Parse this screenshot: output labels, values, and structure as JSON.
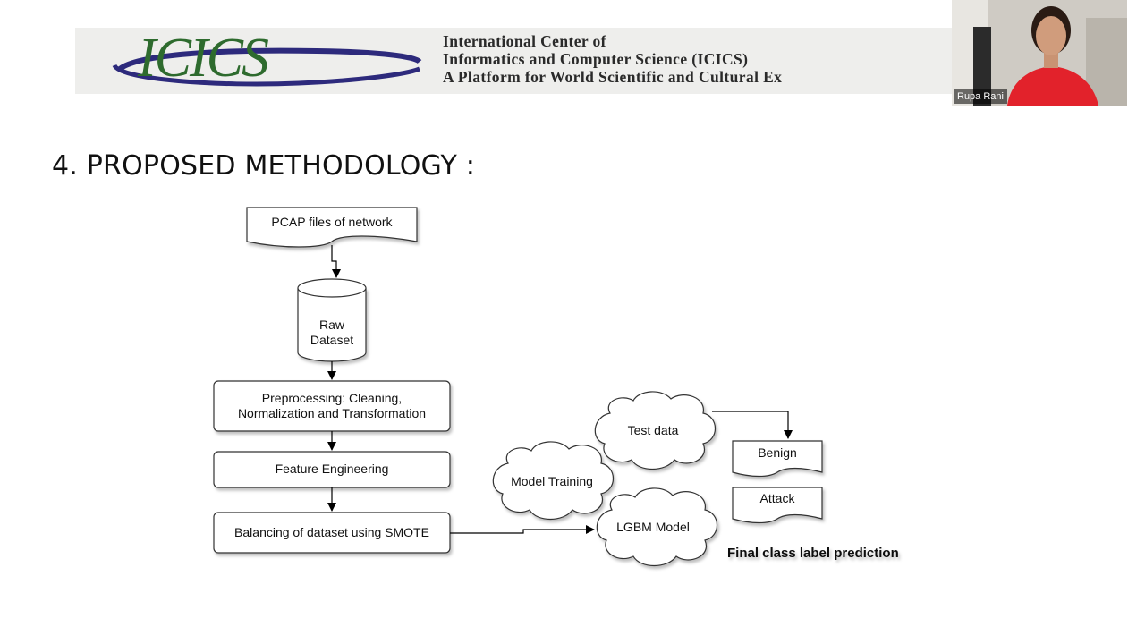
{
  "banner": {
    "logo_text": "ICICS",
    "lines": [
      "International Center of",
      "Informatics and Computer Science (ICICS)",
      "A Platform for World Scientific and Cultural Ex"
    ]
  },
  "video": {
    "participant_name": "Rupa Rani"
  },
  "slide": {
    "title": "4. PROPOSED METHODOLOGY :"
  },
  "diagram": {
    "nodes": {
      "pcap": "PCAP files of network",
      "raw_line1": "Raw",
      "raw_line2": "Dataset",
      "preproc_line1": "Preprocessing: Cleaning,",
      "preproc_line2": "Normalization and Transformation",
      "feature": "Feature Engineering",
      "balancing": "Balancing of dataset using SMOTE",
      "model_training": "Model Training",
      "test_data": "Test data",
      "lgbm": "LGBM Model",
      "benign": "Benign",
      "attack": "Attack"
    },
    "caption": "Final class label prediction"
  }
}
